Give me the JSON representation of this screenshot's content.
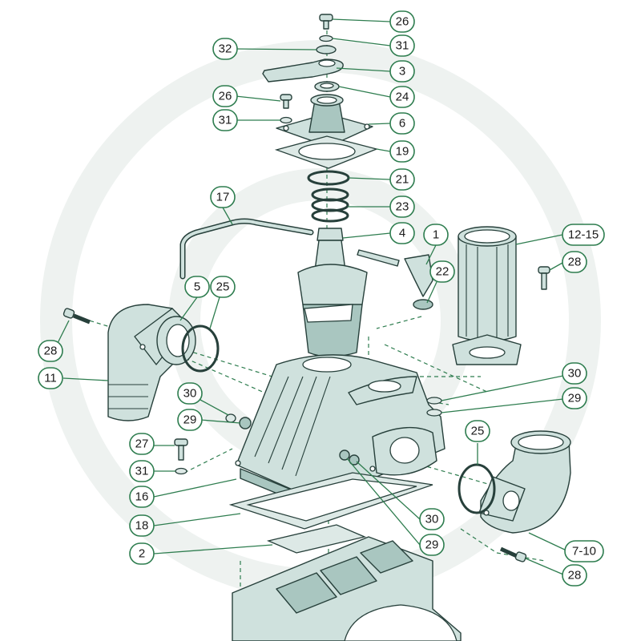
{
  "diagram": {
    "colors": {
      "accent": "#2e7d4f",
      "part_fill": "#cfe1dd",
      "part_shade": "#a9c6c0",
      "outline": "#27403b",
      "watermark": "#eef2f0"
    },
    "callouts": {
      "c26a": "26",
      "c31a": "31",
      "c32": "32",
      "c3": "3",
      "c26b": "26",
      "c24": "24",
      "c31b": "31",
      "c6": "6",
      "c19": "19",
      "c21": "21",
      "c17": "17",
      "c23": "23",
      "c4": "4",
      "c1": "1",
      "c1215": "12-15",
      "c28a": "28",
      "c22": "22",
      "c5": "5",
      "c25a": "25",
      "c28b": "28",
      "c11": "11",
      "c30a": "30",
      "c29a": "29",
      "c30b": "30",
      "c29b": "29",
      "c27": "27",
      "c31c": "31",
      "c25b": "25",
      "c16": "16",
      "c18": "18",
      "c30c": "30",
      "c29c": "29",
      "c2": "2",
      "c710": "7-10",
      "c28c": "28"
    }
  }
}
